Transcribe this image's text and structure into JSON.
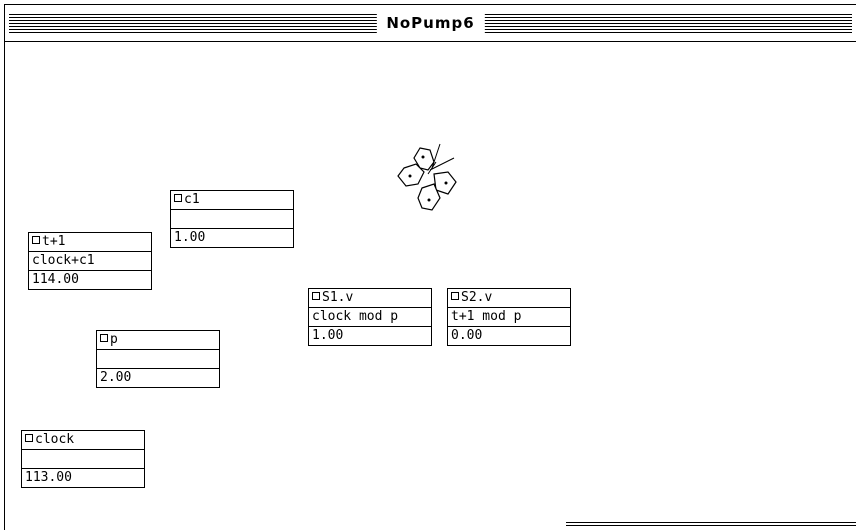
{
  "window": {
    "title": "NoPump6"
  },
  "cells": [
    {
      "id": "c1",
      "name": "c1",
      "formula": "",
      "value": "1.00"
    },
    {
      "id": "t1",
      "name": "t+1",
      "formula": "clock+c1",
      "value": "114.00"
    },
    {
      "id": "s1v",
      "name": "S1.v",
      "formula": "clock mod p",
      "value": "1.00"
    },
    {
      "id": "s2v",
      "name": "S2.v",
      "formula": "t+1 mod p",
      "value": "0.00"
    },
    {
      "id": "p",
      "name": "p",
      "formula": "",
      "value": "2.00"
    },
    {
      "id": "clock",
      "name": "clock",
      "formula": "",
      "value": "113.00"
    }
  ],
  "icons": {
    "cell_marker": "box-icon",
    "mascot": "butterfly-icon"
  }
}
